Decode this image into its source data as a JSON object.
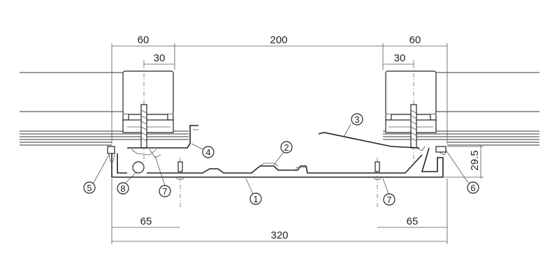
{
  "dimensions": {
    "top_left_width": "60",
    "top_center_width": "200",
    "top_right_width": "60",
    "left_inner_offset": "30",
    "right_inner_offset": "30",
    "side_height": "29.5",
    "bottom_left_offset": "65",
    "bottom_right_offset": "65",
    "overall_width": "320"
  },
  "callouts": {
    "c1": "1",
    "c2": "2",
    "c3": "3",
    "c4": "4",
    "c5": "5",
    "c6": "6",
    "c7_left": "7",
    "c7_right": "7",
    "c8": "8"
  },
  "colors": {
    "line": "#222222",
    "background": "#ffffff"
  }
}
